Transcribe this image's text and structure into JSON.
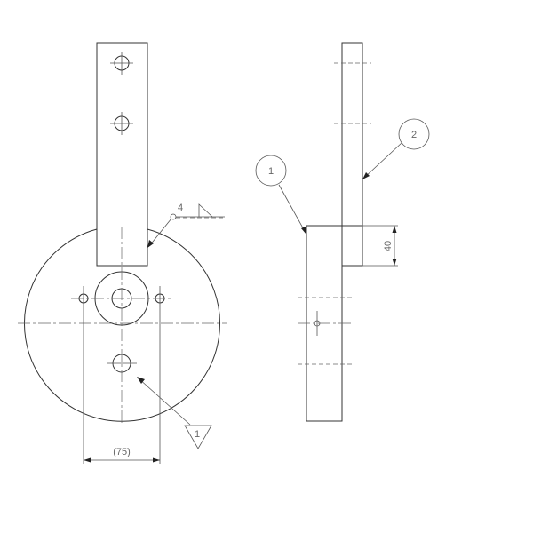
{
  "drawing": {
    "type": "mechanical assembly drawing",
    "views": [
      "front-view",
      "side-view"
    ],
    "front_view": {
      "weld_symbol": {
        "size": "4"
      },
      "weld_callout": {
        "label": "1"
      },
      "dimension_75": {
        "label": "(75)"
      }
    },
    "side_view": {
      "balloon_1": {
        "label": "1"
      },
      "balloon_2": {
        "label": "2"
      },
      "dimension_40": {
        "label": "40"
      }
    }
  }
}
